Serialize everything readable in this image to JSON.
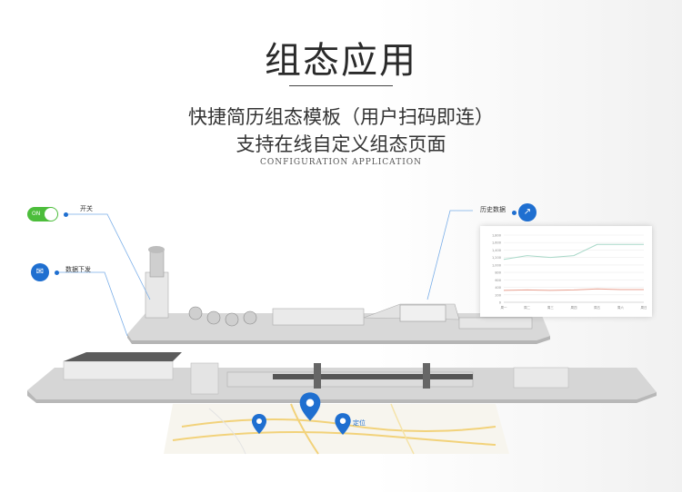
{
  "header": {
    "title": "组态应用",
    "subtitle_line1": "快捷简历组态模板（用户扫码即连）",
    "subtitle_line2": "支持在线自定义组态页面",
    "english": "CONFIGURATION APPLICATION"
  },
  "scene": {
    "switch_label": "开关",
    "switch_state": "ON",
    "data_send_label": "数据下发",
    "history_label": "历史数据",
    "location_label": "定位"
  },
  "chart_data": {
    "type": "line",
    "y_ticks": [
      "1,800",
      "1,600",
      "1,400",
      "1,200",
      "1,000",
      "800",
      "600",
      "400",
      "200",
      "0"
    ],
    "x_ticks": [
      "周一",
      "周二",
      "周三",
      "周四",
      "周五",
      "周六",
      "周日"
    ],
    "ylim": [
      0,
      1800
    ],
    "series": [
      {
        "color": "#a8d8c8",
        "values": [
          1150,
          1250,
          1200,
          1250,
          1550,
          1550,
          1550
        ]
      },
      {
        "color": "#e8a090",
        "values": [
          320,
          330,
          320,
          330,
          360,
          340,
          340
        ]
      }
    ]
  }
}
